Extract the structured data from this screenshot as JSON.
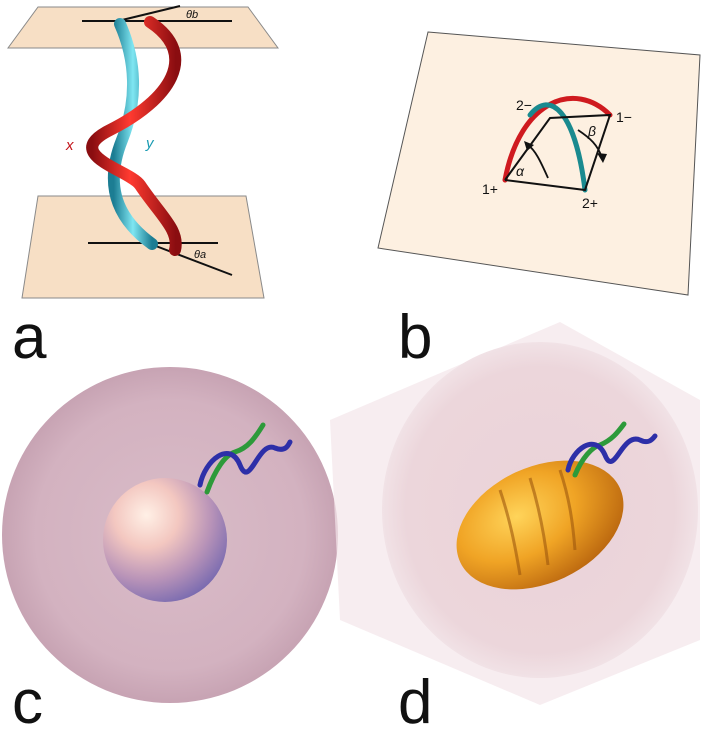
{
  "panels": {
    "a": {
      "label": "a",
      "strand_x_label": "x",
      "strand_y_label": "y",
      "angle_top_label": "θb",
      "angle_bottom_label": "θa",
      "colors": {
        "plane": "#f7dfc5",
        "strand_x": "#d7141a",
        "strand_y": "#2bc3d6"
      }
    },
    "b": {
      "label": "b",
      "point_labels": {
        "one_minus": "1−",
        "two_minus": "2−",
        "one_plus": "1+",
        "two_plus": "2+"
      },
      "angle_alpha": "α",
      "angle_beta": "β",
      "colors": {
        "plane": "#fdf0e1",
        "arc_red": "#cf1a1f",
        "arc_teal": "#1a8a8f"
      }
    },
    "c": {
      "label": "c",
      "colors": {
        "outer_sphere": "#d8b8c4",
        "helix_blue": "#2d2fa8",
        "helix_green": "#2d9a3a"
      }
    },
    "d": {
      "label": "d",
      "colors": {
        "outer_shell": "#ecd3d9",
        "core": "#e89a1e",
        "helix_blue": "#2d2fa8",
        "helix_green": "#2d9a3a"
      }
    }
  }
}
